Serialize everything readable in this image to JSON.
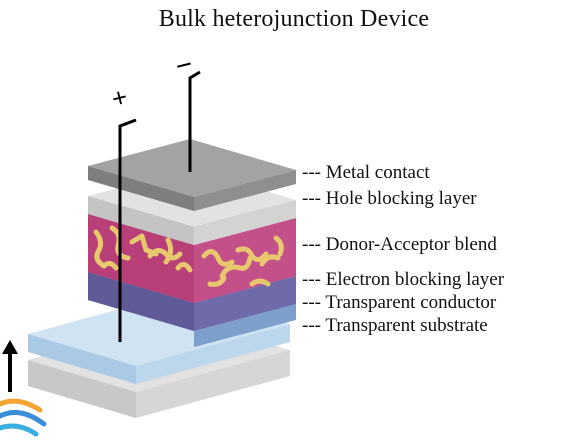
{
  "title": "Bulk heterojunction Device",
  "terminals": {
    "positive": "+",
    "negative": "−"
  },
  "layer_labels": [
    "--- Metal contact",
    "--- Hole blocking layer",
    "--- Donor-Acceptor blend",
    "--- Electron blocking layer",
    "--- Transparent conductor",
    "--- Transparent substrate"
  ],
  "colors": {
    "metal": "#8f8f8f",
    "hole_blocking": "#d3d3d3",
    "blend_donor": "#c2447e",
    "blend_acceptor": "#e8c86e",
    "electron_blocking": "#6f6aa8",
    "conductor": "#8fb6d8",
    "substrate": "#bfd9ee",
    "base": "#d9d9d9"
  }
}
